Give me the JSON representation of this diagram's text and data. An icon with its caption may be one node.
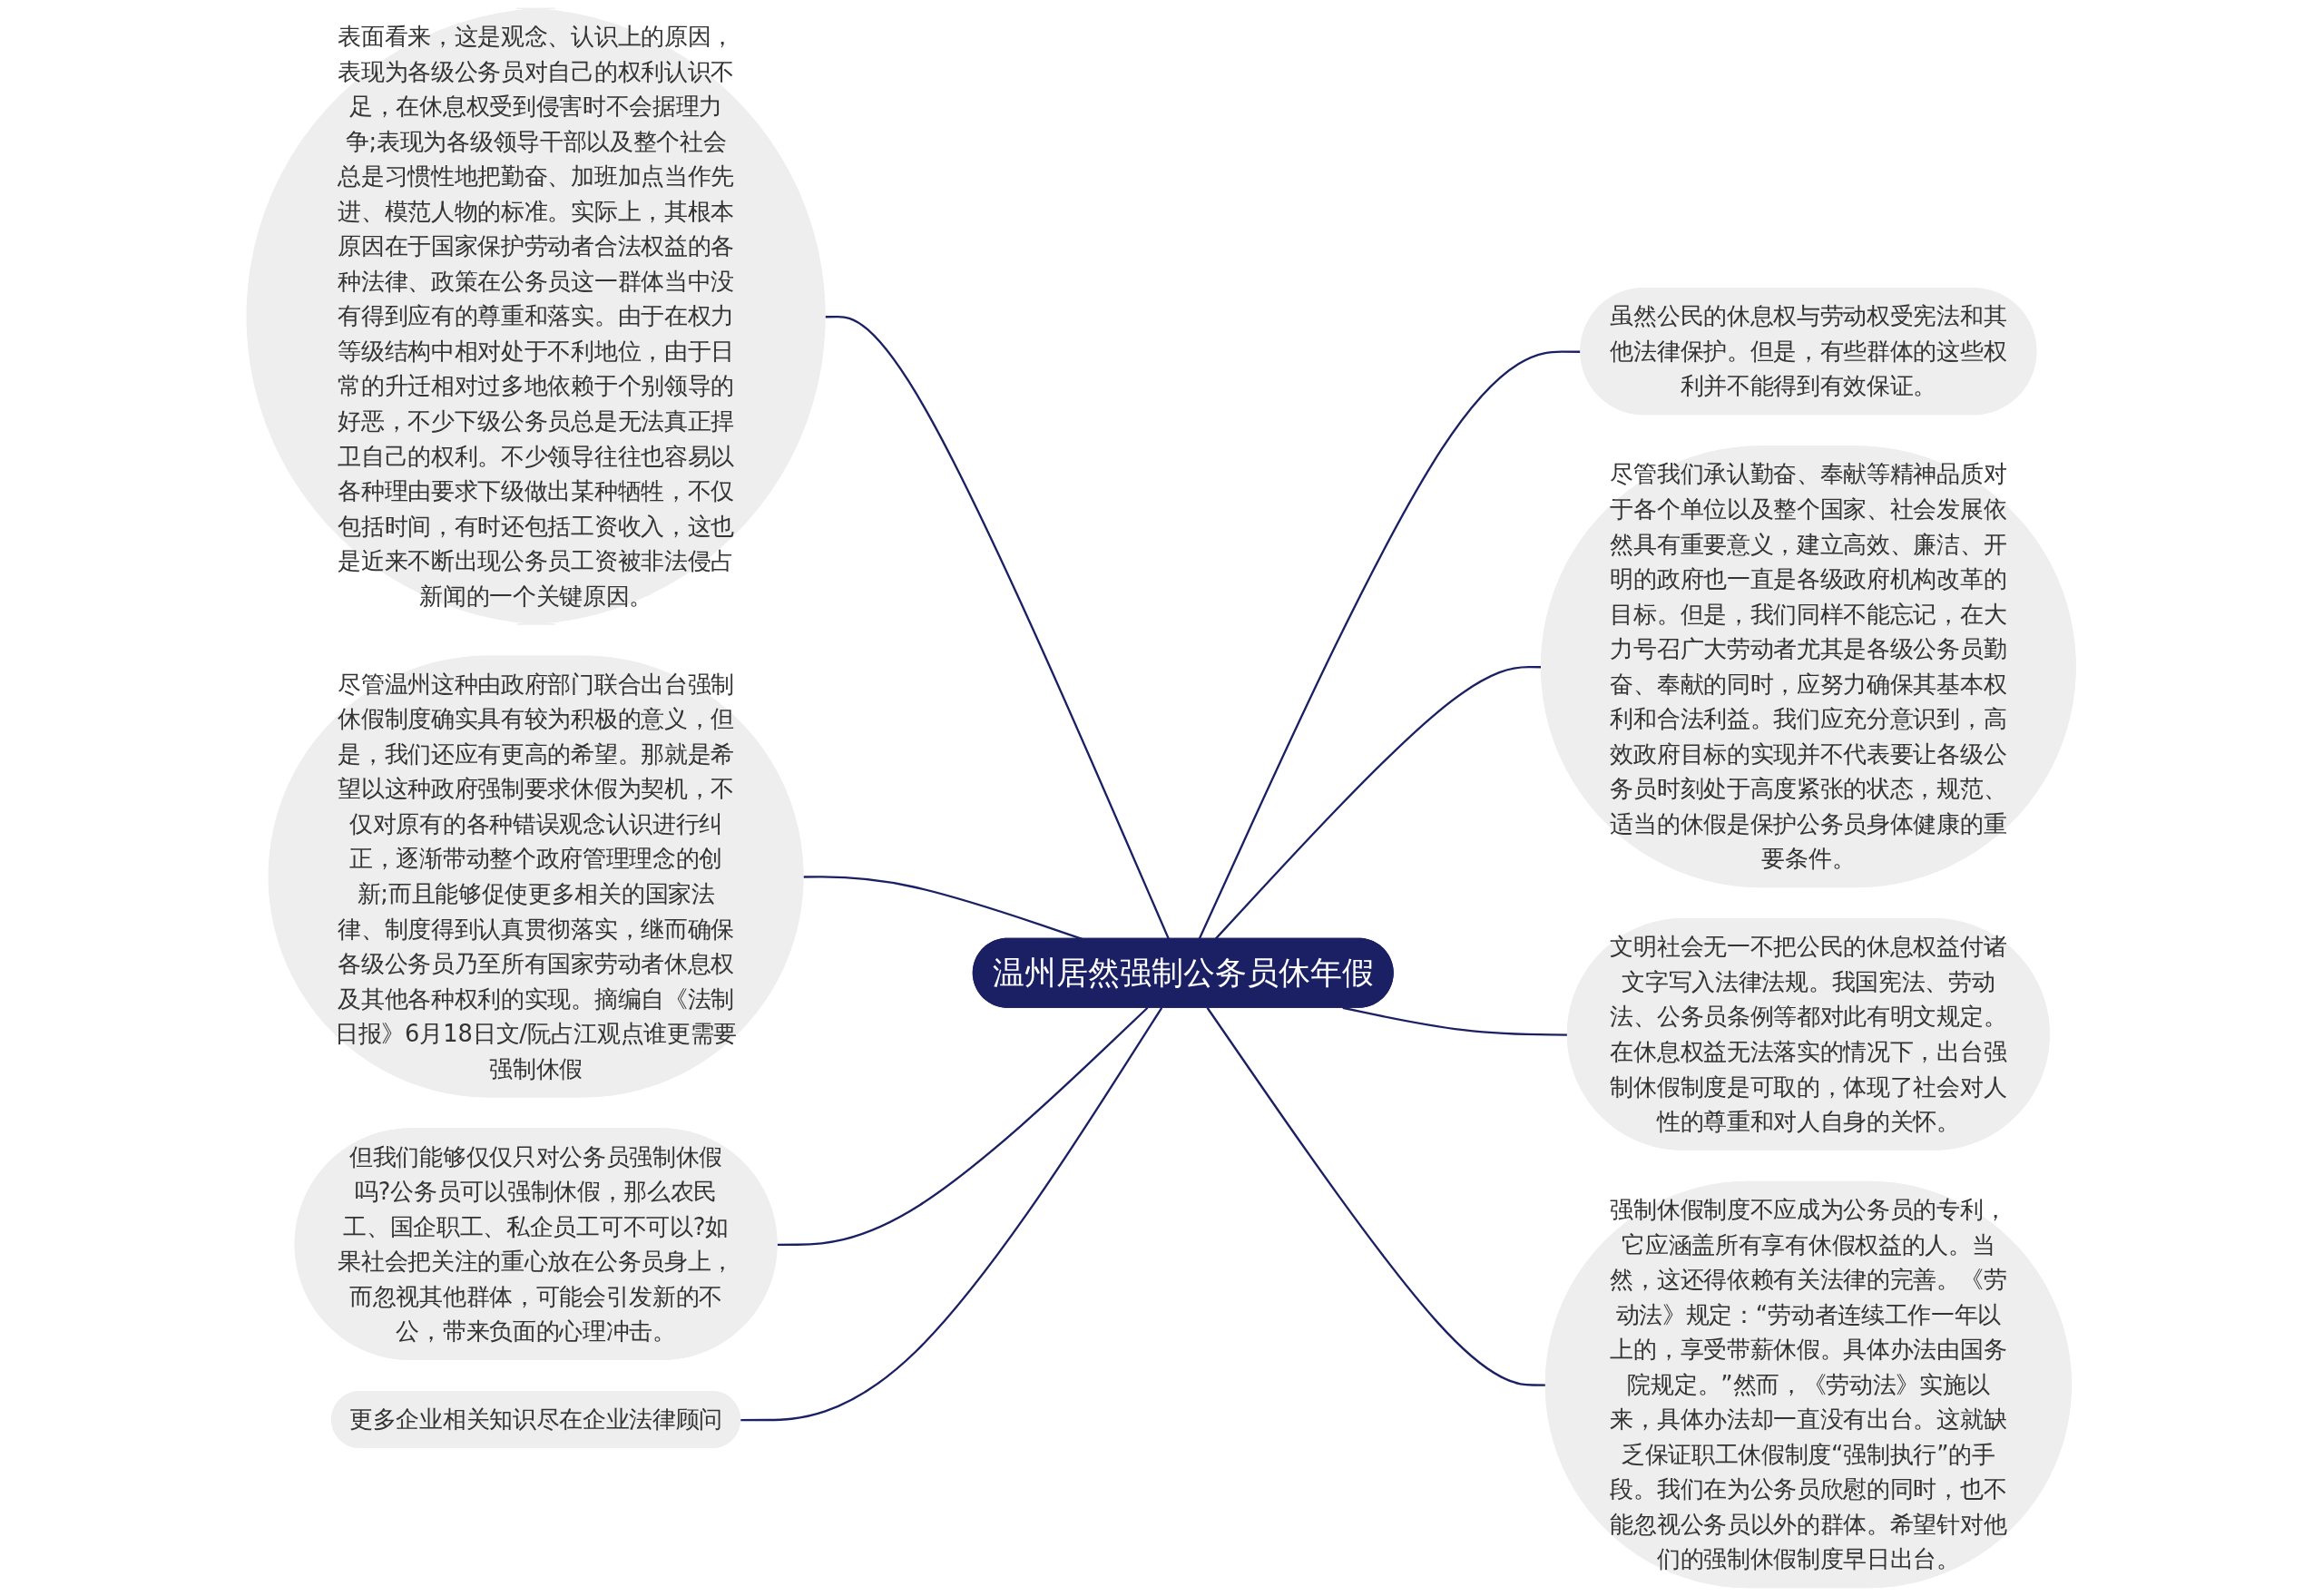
{
  "diagram": {
    "nodes": [
      {
        "text": [
          "温州居然强制公务员休年假"
        ]
      },
      {
        "text": [
          "表面看来，这是观念、认识上的原因，表现为各级公务员对自己的权利认识不足，在休息权受到侵害时不会据理力争;表现为各级领导干部以及整个社会总是习惯性地把勤奋、加班加点当作先进、模范人物的标准。实际上，其根本原因在于国家保护劳动者合法权益的各种法律、政策在公务员这一群体当中没有得到应有的尊重和落实。由于在权力等级结构中相对处于不利地位，由于日常的升迁相对过多地依赖于个别领导的好恶，不少下级公务员总是无法真正捍卫自己的权利。不少领导往往也容易以各种理由要求下级做出某种牺牲，不仅包括时间，有时还包括工资收入，这也是近来不断出现公务员工资被非法侵占新闻的一个关键原因。"
        ]
      },
      {
        "text": [
          "尽管温州这种由政府部门联合出台强制休假制度确实具有较为积极的意义，但是，我们还应有更高的希望。那就是希望以这种政府强制要求休假为契机，不仅对原有的各种错误观念认识进行纠正，逐渐带动整个政府管理理念的创新;而且能够促使更多相关的国家法律、制度得到认真贯彻落实，继而确保各级公务员乃至所有国家劳动者休息权及其他各种权利的实现。摘编自《法制日报》6月18日文/阮占江观点谁更需要强制休假"
        ]
      },
      {
        "text": [
          "但我们能够仅仅只对公务员强制休假吗?公务员可以强制休假，那么农民工、国企职工、私企员工可不可以?如果社会把关注的重心放在公务员身上，而忽视其他群体，可能会引发新的不公，带来负面的心理冲击。"
        ]
      },
      {
        "text": [
          "更多企业相关知识尽在企业法律顾问"
        ]
      },
      {
        "text": [
          "虽然公民的休息权与劳动权受宪法和其他法律保护。但是，有些群体的这些权利并不能得到有效保证。"
        ]
      },
      {
        "text": [
          "尽管我们承认勤奋、奉献等精神品质对于各个单位以及整个国家、社会发展依然具有重要意义，建立高效、廉洁、开明的政府也一直是各级政府机构改革的目标。但是，我们同样不能忘记，在大力号召广大劳动者尤其是各级公务员勤奋、奉献的同时，应努力确保其基本权利和合法利益。我们应充分意识到，高效政府目标的实现并不代表要让各级公务员时刻处于高度紧张的状态，规范、适当的休假是保护公务员身体健康的重要条件。"
        ]
      },
      {
        "text": [
          "文明社会无一不把公民的休息权益付诸文字写入法律法规。我国宪法、劳动法、公务员条例等都对此有明文规定。在休息权益无法落实的情况下，出台强制休假制度是可取的，体现了社会对人性的尊重和对人自身的关怀。"
        ]
      },
      {
        "text": [
          "强制休假制度不应成为公务员的专利，它应涵盖所有享有休假权益的人。当然，这还得依赖有关法律的完善。《劳动法》规定：“劳动者连续工作一年以上的，享受带薪休假。具体办法由国务院规定。”然而，《劳动法》实施以来，具体办法却一直没有出台。这就缺乏保证职工休假制度“强制执行”的手段。我们在为公务员欣慰的同时，也不能忽视公务员以外的群体。希望针对他们的强制休假制度早日出台。"
        ]
      }
    ],
    "edges": [
      {
        "from": 1,
        "to": 0,
        "arrow": "none"
      },
      {
        "from": 2,
        "to": 0,
        "arrow": "none"
      },
      {
        "from": 3,
        "to": 0,
        "arrow": "none"
      },
      {
        "from": 4,
        "to": 0,
        "arrow": "none"
      },
      {
        "from": 0,
        "to": 5,
        "arrow": "none"
      },
      {
        "from": 0,
        "to": 6,
        "arrow": "none"
      },
      {
        "from": 0,
        "to": 7,
        "arrow": "none"
      },
      {
        "from": 0,
        "to": 8,
        "arrow": "none"
      }
    ]
  }
}
